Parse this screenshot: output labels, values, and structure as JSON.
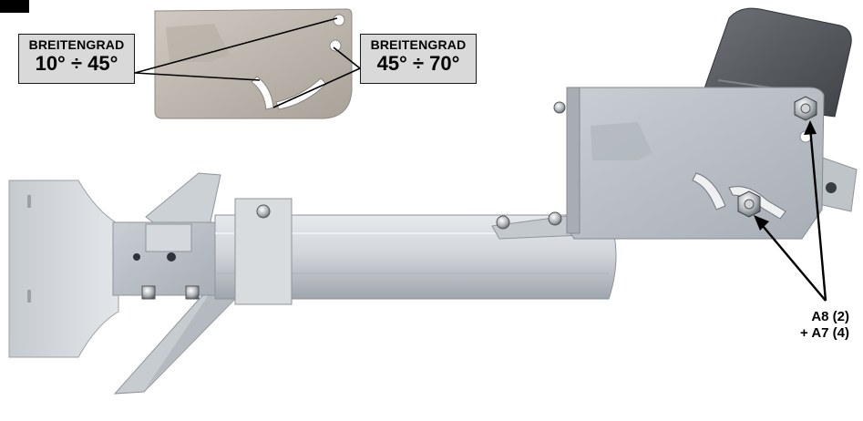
{
  "latitude_labels": {
    "left": {
      "title": "BREITENGRAD",
      "range": "10° ÷ 45°"
    },
    "right": {
      "title": "BREITENGRAD",
      "range": "45° ÷ 70°"
    }
  },
  "bolt_callout": {
    "line1": "A8 (2)",
    "line2": "+ A7 (4)"
  },
  "colors": {
    "metal_light": "#d3d7dc",
    "metal_mid": "#b9bec4",
    "metal_dark": "#8e949b",
    "motor_housing": "#5b5f64",
    "plate_detail": "#bdb6ad",
    "label_fill": "#d9d9d9"
  }
}
